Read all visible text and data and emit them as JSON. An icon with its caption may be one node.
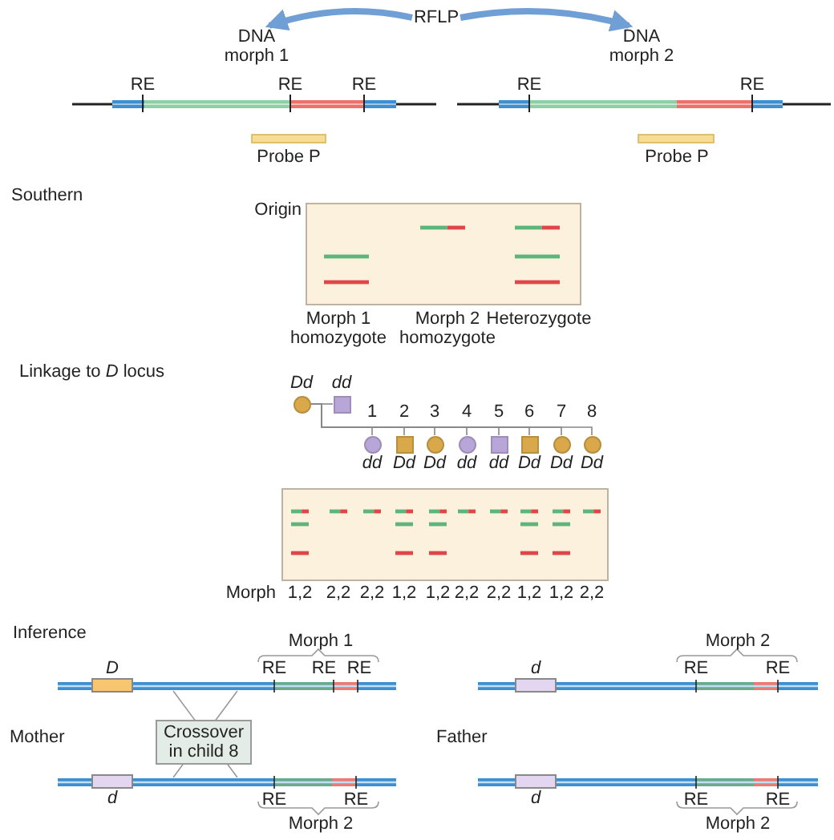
{
  "diagram": {
    "nodes": [
      {
        "text": [
          "RFLP"
        ]
      },
      {
        "text": [
          "DNA morph 1"
        ]
      },
      {
        "text": [
          "DNA morph 2"
        ]
      },
      {
        "text": [],
        "shape": "circle",
        "beside": [
          "Dd"
        ]
      },
      {
        "text": [],
        "shape": "box",
        "beside": [
          "dd"
        ]
      },
      {
        "text": [],
        "shape": "circle",
        "beside": [
          "1",
          "dd"
        ]
      },
      {
        "text": [],
        "shape": "box",
        "beside": [
          "2",
          "Dd"
        ]
      },
      {
        "text": [],
        "shape": "circle",
        "beside": [
          "3",
          "Dd"
        ]
      },
      {
        "text": [],
        "shape": "circle",
        "beside": [
          "4",
          "dd"
        ]
      },
      {
        "text": [],
        "shape": "box",
        "beside": [
          "5",
          "dd"
        ]
      },
      {
        "text": [],
        "shape": "box",
        "beside": [
          "6",
          "Dd"
        ]
      },
      {
        "text": [],
        "shape": "circle",
        "beside": [
          "7",
          "Dd"
        ]
      },
      {
        "text": [],
        "shape": "circle",
        "beside": [
          "8",
          "Dd"
        ]
      },
      {
        "text": [
          "D"
        ]
      },
      {
        "text": [
          "d"
        ]
      },
      {
        "text": [
          "Crossover in child 8"
        ]
      },
      {
        "text": [
          "d"
        ]
      },
      {
        "text": [
          "d"
        ]
      }
    ],
    "edges": [
      {
        "from": 0,
        "to": 1,
        "arrow": "to",
        "style": "thick",
        "color": "#6f9fd4"
      },
      {
        "from": 0,
        "to": 2,
        "arrow": "to",
        "style": "thick",
        "color": "#6f9fd4"
      },
      {
        "from": 3,
        "to": 4,
        "arrow": "none"
      },
      {
        "from": 3,
        "to": 5,
        "arrow": "none"
      },
      {
        "from": 3,
        "to": 6,
        "arrow": "none"
      },
      {
        "from": 3,
        "to": 7,
        "arrow": "none"
      },
      {
        "from": 3,
        "to": 8,
        "arrow": "none"
      },
      {
        "from": 3,
        "to": 9,
        "arrow": "none"
      },
      {
        "from": 3,
        "to": 10,
        "arrow": "none"
      },
      {
        "from": 3,
        "to": 11,
        "arrow": "none"
      },
      {
        "from": 3,
        "to": 12,
        "arrow": "none"
      }
    ],
    "labels": [
      "RE",
      "RE",
      "RE",
      "RE",
      "RE",
      "Probe P",
      "Probe P",
      "Southern",
      "Origin",
      "Morph 1 homozygote",
      "Morph 2 homozygote",
      "Heterozygote",
      "Linkage to *D* locus",
      "Morph",
      "1,2",
      "2,2",
      "2,2",
      "1,2",
      "1,2",
      "2,2",
      "2,2",
      "1,2",
      "1,2",
      "2,2",
      "Inference",
      "Morph 1",
      "Morph 2",
      "RE",
      "RE",
      "RE",
      "RE",
      "RE",
      "Mother",
      "Father",
      "RE",
      "RE",
      "RE",
      "RE",
      "Morph 2",
      "Morph 2"
    ]
  }
}
